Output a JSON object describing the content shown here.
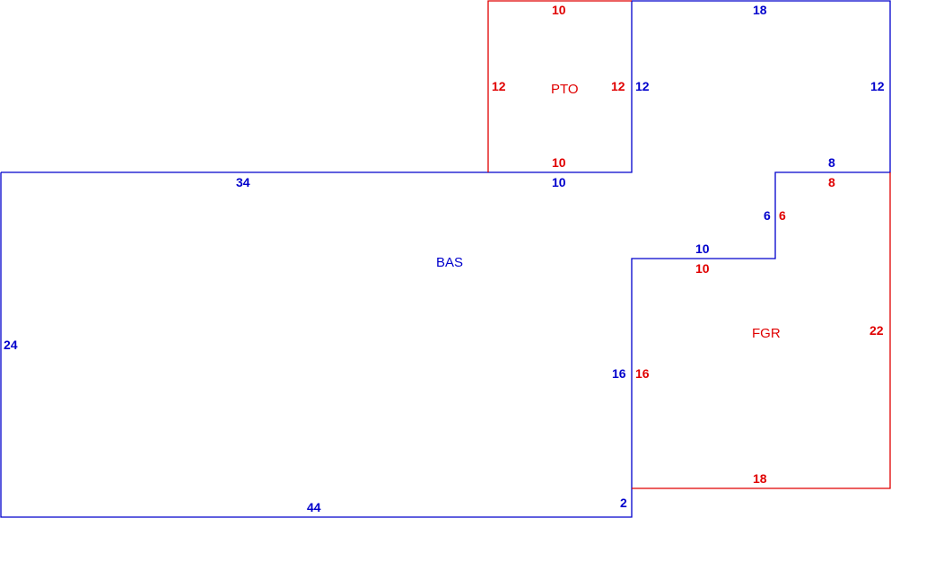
{
  "colors": {
    "bas": "#0000cc",
    "pto": "#e00000",
    "fgr": "#e00000"
  },
  "areas": {
    "bas": {
      "label": "BAS"
    },
    "pto": {
      "label": "PTO"
    },
    "fgr": {
      "label": "FGR"
    }
  },
  "dimensions": {
    "bas": {
      "top_left": "34",
      "top_mid": "10",
      "upper_right_top": "18",
      "upper_left_side": "12",
      "upper_right_side": "12",
      "step_top": "8",
      "step_side": "6",
      "notch_top": "10",
      "inner_side": "16",
      "bottom_step": "2",
      "bottom": "44",
      "left": "24"
    },
    "pto": {
      "top": "10",
      "left": "12",
      "right": "12",
      "bottom": "10"
    },
    "fgr": {
      "top": "8",
      "step_side": "6",
      "notch": "10",
      "left": "16",
      "right": "22",
      "bottom": "18"
    }
  }
}
